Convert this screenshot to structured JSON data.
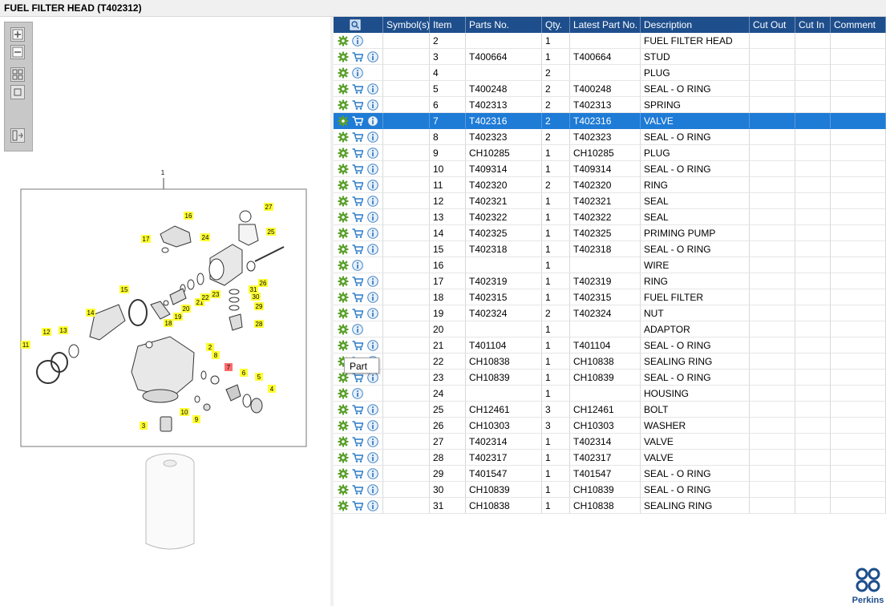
{
  "window": {
    "title": "FUEL FILTER HEAD (T402312)"
  },
  "diagram": {
    "group_label": "1",
    "callouts": [
      "2",
      "3",
      "4",
      "5",
      "6",
      "7",
      "8",
      "9",
      "10",
      "11",
      "12",
      "13",
      "14",
      "15",
      "16",
      "17",
      "18",
      "19",
      "20",
      "21",
      "22",
      "23",
      "24",
      "25",
      "26",
      "27",
      "28",
      "29",
      "30",
      "31"
    ],
    "highlighted_callout": "7"
  },
  "toolbar": {
    "zoom_in_icon": "zoom-in-icon",
    "zoom_out_icon": "zoom-out-icon",
    "fit_icon": "fit-all-icon",
    "actual_size_icon": "actual-size-icon",
    "layout_icon": "layout-icon"
  },
  "grid": {
    "columns": [
      "",
      "Symbol(s)",
      "Item",
      "Parts No.",
      "Qty.",
      "Latest Part No.",
      "Description",
      "Cut Out",
      "Cut In",
      "Comment"
    ],
    "selected_item": "7",
    "rows": [
      {
        "item": "2",
        "part": "",
        "qty": "1",
        "latest": "",
        "desc": "FUEL FILTER HEAD",
        "cart": false
      },
      {
        "item": "3",
        "part": "T400664",
        "qty": "1",
        "latest": "T400664",
        "desc": "STUD",
        "cart": true
      },
      {
        "item": "4",
        "part": "",
        "qty": "2",
        "latest": "",
        "desc": "PLUG",
        "cart": false
      },
      {
        "item": "5",
        "part": "T400248",
        "qty": "2",
        "latest": "T400248",
        "desc": "SEAL - O RING",
        "cart": true
      },
      {
        "item": "6",
        "part": "T402313",
        "qty": "2",
        "latest": "T402313",
        "desc": "SPRING",
        "cart": true
      },
      {
        "item": "7",
        "part": "T402316",
        "qty": "2",
        "latest": "T402316",
        "desc": "VALVE",
        "cart": true
      },
      {
        "item": "8",
        "part": "T402323",
        "qty": "2",
        "latest": "T402323",
        "desc": "SEAL - O RING",
        "cart": true
      },
      {
        "item": "9",
        "part": "CH10285",
        "qty": "1",
        "latest": "CH10285",
        "desc": "PLUG",
        "cart": true
      },
      {
        "item": "10",
        "part": "T409314",
        "qty": "1",
        "latest": "T409314",
        "desc": "SEAL - O RING",
        "cart": true
      },
      {
        "item": "11",
        "part": "T402320",
        "qty": "2",
        "latest": "T402320",
        "desc": "RING",
        "cart": true
      },
      {
        "item": "12",
        "part": "T402321",
        "qty": "1",
        "latest": "T402321",
        "desc": "SEAL",
        "cart": true
      },
      {
        "item": "13",
        "part": "T402322",
        "qty": "1",
        "latest": "T402322",
        "desc": "SEAL",
        "cart": true
      },
      {
        "item": "14",
        "part": "T402325",
        "qty": "1",
        "latest": "T402325",
        "desc": "PRIMING PUMP",
        "cart": true
      },
      {
        "item": "15",
        "part": "T402318",
        "qty": "1",
        "latest": "T402318",
        "desc": "SEAL - O RING",
        "cart": true
      },
      {
        "item": "16",
        "part": "",
        "qty": "1",
        "latest": "",
        "desc": "WIRE",
        "cart": false
      },
      {
        "item": "17",
        "part": "T402319",
        "qty": "1",
        "latest": "T402319",
        "desc": "RING",
        "cart": true
      },
      {
        "item": "18",
        "part": "T402315",
        "qty": "1",
        "latest": "T402315",
        "desc": "FUEL FILTER",
        "cart": true
      },
      {
        "item": "19",
        "part": "T402324",
        "qty": "2",
        "latest": "T402324",
        "desc": "NUT",
        "cart": true
      },
      {
        "item": "20",
        "part": "",
        "qty": "1",
        "latest": "",
        "desc": "ADAPTOR",
        "cart": false
      },
      {
        "item": "21",
        "part": "T401104",
        "qty": "1",
        "latest": "T401104",
        "desc": "SEAL - O RING",
        "cart": true
      },
      {
        "item": "22",
        "part": "CH10838",
        "qty": "1",
        "latest": "CH10838",
        "desc": "SEALING RING",
        "cart": true
      },
      {
        "item": "23",
        "part": "CH10839",
        "qty": "1",
        "latest": "CH10839",
        "desc": "SEAL - O RING",
        "cart": true
      },
      {
        "item": "24",
        "part": "",
        "qty": "1",
        "latest": "",
        "desc": "HOUSING",
        "cart": false
      },
      {
        "item": "25",
        "part": "CH12461",
        "qty": "3",
        "latest": "CH12461",
        "desc": "BOLT",
        "cart": true
      },
      {
        "item": "26",
        "part": "CH10303",
        "qty": "3",
        "latest": "CH10303",
        "desc": "WASHER",
        "cart": true
      },
      {
        "item": "27",
        "part": "T402314",
        "qty": "1",
        "latest": "T402314",
        "desc": "VALVE",
        "cart": true
      },
      {
        "item": "28",
        "part": "T402317",
        "qty": "1",
        "latest": "T402317",
        "desc": "VALVE",
        "cart": true
      },
      {
        "item": "29",
        "part": "T401547",
        "qty": "1",
        "latest": "T401547",
        "desc": "SEAL - O RING",
        "cart": true
      },
      {
        "item": "30",
        "part": "CH10839",
        "qty": "1",
        "latest": "CH10839",
        "desc": "SEAL - O RING",
        "cart": true
      },
      {
        "item": "31",
        "part": "CH10838",
        "qty": "1",
        "latest": "CH10838",
        "desc": "SEALING RING",
        "cart": true
      }
    ]
  },
  "tooltip": {
    "text": "Part"
  },
  "brand": {
    "name": "Perkins",
    "color": "#1e4e8c"
  },
  "colors": {
    "header": "#1e4e8c",
    "selected_row": "#1e7bd6",
    "gear_icon": "#5aa02c",
    "callout": "#ffff33",
    "callout_highlight": "#ff6b6b"
  }
}
